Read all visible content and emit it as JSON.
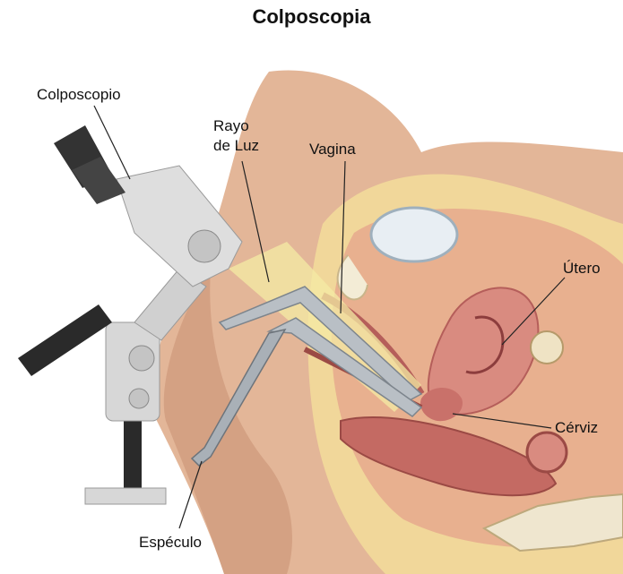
{
  "title": "Colposcopia",
  "labels": {
    "colposcopio": "Colposcopio",
    "rayo_line1": "Rayo",
    "rayo_line2": "de Luz",
    "vagina": "Vagina",
    "utero": "Útero",
    "cerviz": "Cérviz",
    "especulo": "Espéculo"
  },
  "colors": {
    "skin": "#e3b698",
    "skin_shade": "#c98f73",
    "fat": "#f1d79a",
    "tissue": "#d98b80",
    "tissue_dark": "#b55e5a",
    "bladder": "#e8eef3",
    "metal": "#b9bfc5",
    "device": "#d7d7d7",
    "handle": "#2a2a2a",
    "light": "#f4eba4"
  }
}
